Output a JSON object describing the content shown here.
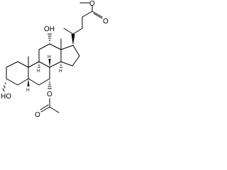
{
  "molecule": {
    "atom_labels": {
      "ester_carbonyl_o": "O",
      "ester_ether_o": "O",
      "oh_c12": "OH",
      "oh_c3": "HO",
      "acetoxy_o": "O",
      "acetyl_o": "O",
      "h_c8": "H",
      "h_c9": "H",
      "h_c14": "H",
      "h_c5": "H"
    }
  }
}
